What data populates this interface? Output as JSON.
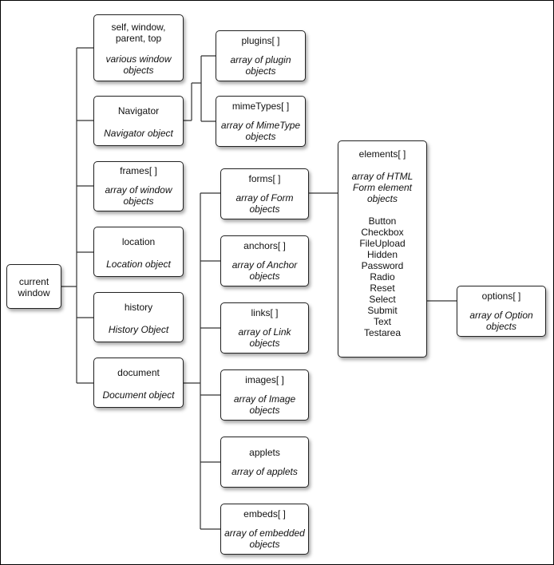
{
  "current_window": "current\nwindow",
  "window_props": [
    {
      "title": "self, window,\nparent, top",
      "desc": "various window\nobjects"
    },
    {
      "title": "Navigator",
      "desc": "Navigator object"
    },
    {
      "title": "frames[ ]",
      "desc": "array of window\nobjects"
    },
    {
      "title": "location",
      "desc": "Location object"
    },
    {
      "title": "history",
      "desc": "History Object"
    },
    {
      "title": "document",
      "desc": "Document object"
    }
  ],
  "navigator_props": [
    {
      "title": "plugins[ ]",
      "desc": "array of plugin\nobjects"
    },
    {
      "title": "mimeTypes[ ]",
      "desc": "array of MimeType\nobjects"
    }
  ],
  "document_props": [
    {
      "title": "forms[ ]",
      "desc": "array of Form\nobjects"
    },
    {
      "title": "anchors[ ]",
      "desc": "array of Anchor\nobjects"
    },
    {
      "title": "links[ ]",
      "desc": "array of Link\nobjects"
    },
    {
      "title": "images[ ]",
      "desc": "array of Image\nobjects"
    },
    {
      "title": "applets",
      "desc": "array of applets"
    },
    {
      "title": "embeds[ ]",
      "desc": "array of embedded\nobjects"
    }
  ],
  "elements": {
    "title": "elements[ ]",
    "desc": "array of HTML\nForm element\nobjects",
    "items": [
      "Button",
      "Checkbox",
      "FileUpload",
      "Hidden",
      "Password",
      "Radio",
      "Reset",
      "Select",
      "Submit",
      "Text",
      "Testarea"
    ]
  },
  "options": {
    "title": "options[ ]",
    "desc": "array of Option\nobjects"
  }
}
